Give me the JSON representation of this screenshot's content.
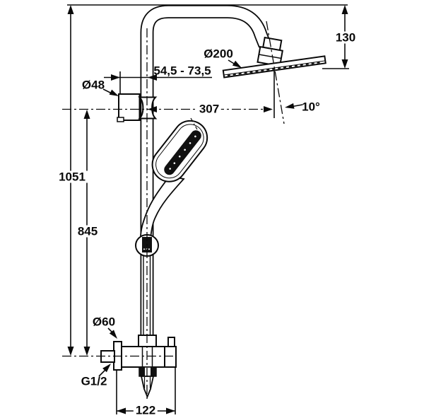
{
  "diagram": {
    "type": "technical dimension drawing",
    "subject": "shower column with overhead shower, hand shower and exposed valve",
    "background_color": "#ffffff",
    "line_color": "#000000",
    "dimensions": {
      "total_height": "1051",
      "slide_bar_height": "845",
      "head_drop": "130",
      "head_diameter": "Ø200",
      "wall_distance_range": "54,5 - 73,5",
      "bracket_diameter": "Ø48",
      "head_projection": "307",
      "head_tilt_angle": "10°",
      "escutcheon_diameter": "Ø60",
      "connection_thread": "G1/2",
      "valve_width": "122"
    }
  }
}
